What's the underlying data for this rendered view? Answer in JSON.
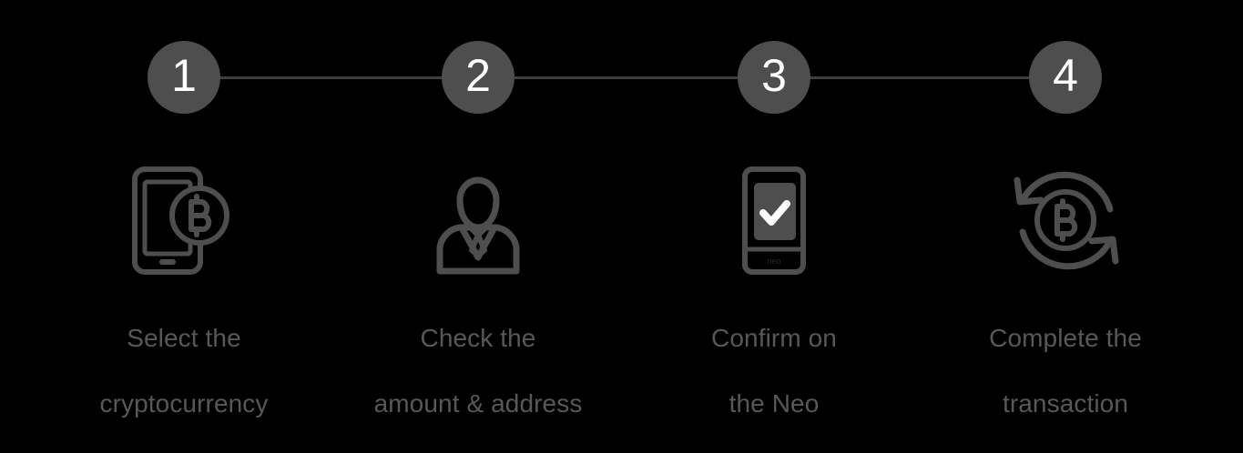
{
  "background_color": "#000000",
  "accent_color": "#4e4e4e",
  "line_color": "#3f3f3f",
  "text_color": "#58585a",
  "number_color": "#ffffff",
  "stepper": {
    "steps": [
      {
        "number": "1"
      },
      {
        "number": "2"
      },
      {
        "number": "3"
      },
      {
        "number": "4"
      }
    ]
  },
  "steps": [
    {
      "number": "1",
      "icon": "phone-with-bitcoin-icon",
      "caption_line1": "Select the",
      "caption_line2": "cryptocurrency"
    },
    {
      "number": "2",
      "icon": "person-in-suit-icon",
      "caption_line1": "Check the",
      "caption_line2": "amount & address"
    },
    {
      "number": "3",
      "icon": "device-with-checkmark-icon",
      "caption_line1": "Confirm on",
      "caption_line2": "the Neo"
    },
    {
      "number": "4",
      "icon": "bitcoin-exchange-arrows-icon",
      "caption_line1": "Complete the",
      "caption_line2": "transaction"
    }
  ]
}
